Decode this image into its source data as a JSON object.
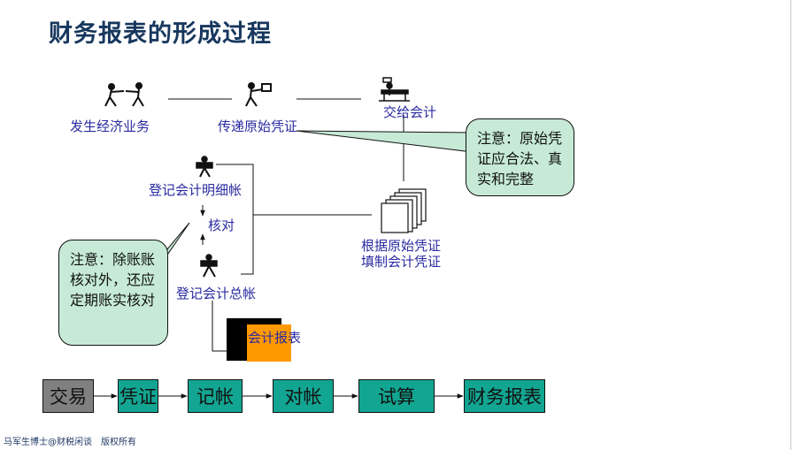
{
  "title": "财务报表的形成过程",
  "nodes": {
    "economic_business": "发生经济业务",
    "pass_voucher": "传递原始凭证",
    "hand_to_accountant": "交给会计",
    "fill_voucher": "根据原始凭证填制会计凭证",
    "detail_ledger": "登记会计明细帐",
    "reconcile": "核对",
    "general_ledger": "登记会计总帐",
    "report": "会计报表"
  },
  "notes": {
    "right": "注意：原始凭证应合法、真实和完整",
    "left": "注意：除账账核对外，还应定期账实核对"
  },
  "flow_steps": [
    "交易",
    "凭证",
    "记帐",
    "对帐",
    "试算",
    "财务报表"
  ],
  "footer": "马军生博士@财税闲谈　版权所有",
  "colors": {
    "title": "#17375E",
    "label": "#2a2aa0",
    "note_fill": "#c6ead6",
    "step_fill": "#12a591",
    "first_step_fill": "#808080",
    "report_orange": "#ff9900"
  }
}
